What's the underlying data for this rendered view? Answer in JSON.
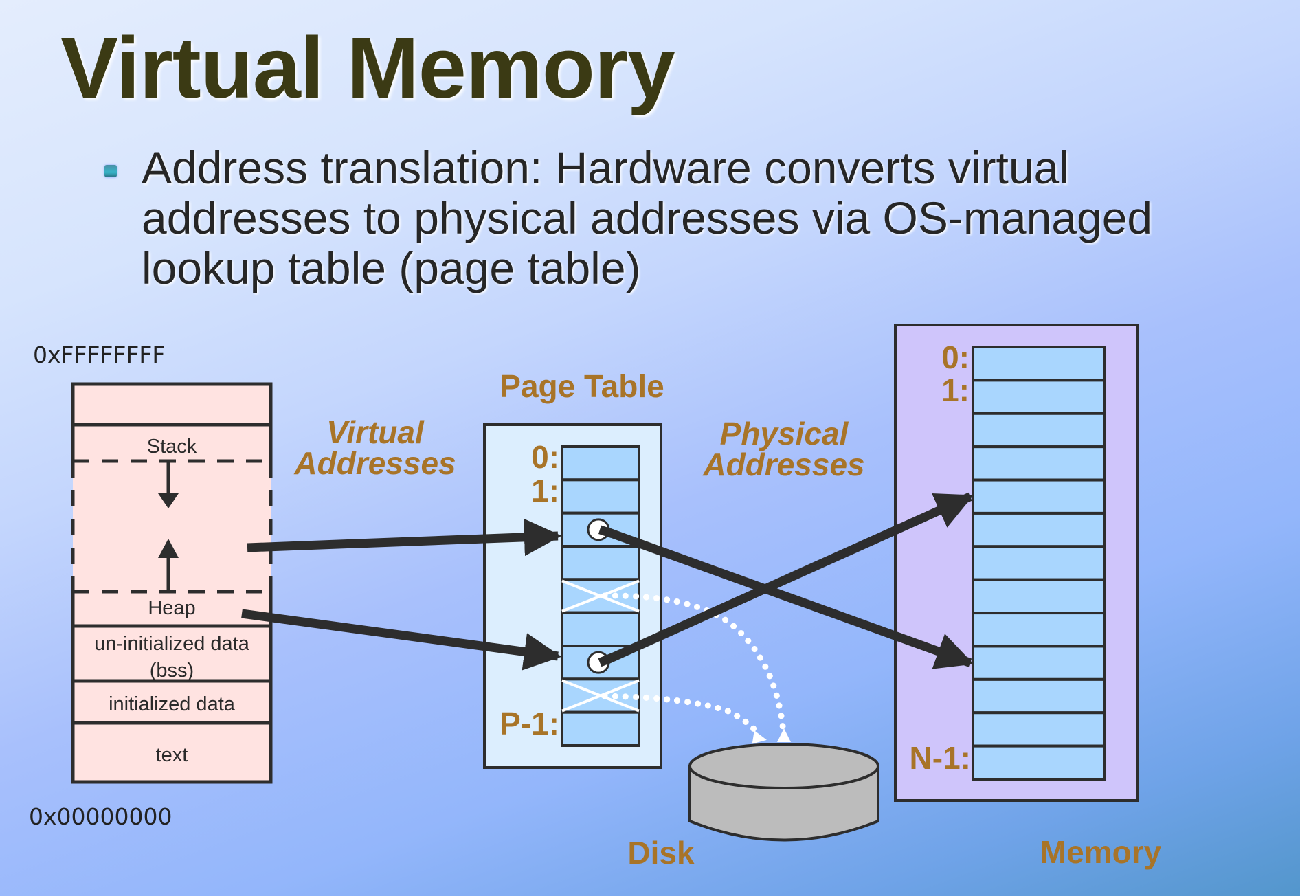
{
  "slide": {
    "title": "Virtual Memory",
    "bullet": "Address translation: Hardware converts virtual addresses to physical addresses via OS-managed lookup table (page table)"
  },
  "address_space": {
    "top_address": "0xFFFFFFFF",
    "bottom_address": "0x00000000",
    "segments": {
      "stack": "Stack",
      "heap": "Heap",
      "bss_line1": "un-initialized data",
      "bss_line2": "(bss)",
      "data": "initialized data",
      "text": "text"
    }
  },
  "labels": {
    "virtual_line1": "Virtual",
    "virtual_line2": "Addresses",
    "physical_line1": "Physical",
    "physical_line2": "Addresses",
    "page_table": "Page Table",
    "disk": "Disk",
    "memory": "Memory"
  },
  "page_table": {
    "row_count": 9,
    "index_labels": {
      "first": "0:",
      "second": "1:",
      "last": "P-1:"
    },
    "mapped_rows": [
      2,
      6
    ],
    "on_disk_rows": [
      4,
      7
    ]
  },
  "memory": {
    "row_count": 13,
    "index_labels": {
      "first": "0:",
      "second": "1:",
      "last": "N-1:"
    },
    "mapped_targets": {
      "2": 9,
      "6": 4
    }
  },
  "colors": {
    "title": "#3b3a14",
    "accent_label": "#a87428",
    "segment_fill": "#ffe3e1",
    "page_table_bg": "#dceefe",
    "cell_fill": "#a9d6fe",
    "memory_bg": "#cfc5fb",
    "disk_fill": "#bcbcbc",
    "stroke": "#2d2d2d"
  }
}
